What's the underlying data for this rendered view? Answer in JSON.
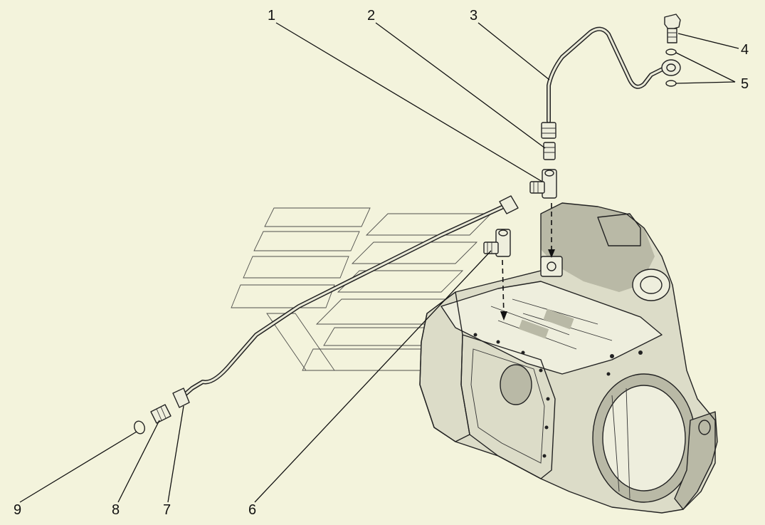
{
  "callouts": [
    {
      "label": "1"
    },
    {
      "label": "2"
    },
    {
      "label": "3"
    },
    {
      "label": "4"
    },
    {
      "label": "5"
    },
    {
      "label": "6"
    },
    {
      "label": "7"
    },
    {
      "label": "8"
    },
    {
      "label": "9"
    }
  ],
  "colors": {
    "background": "#f3f3dc",
    "ink": "#222222",
    "housing": "#dcdcc8",
    "housing_shadow": "#b9b9a6"
  },
  "icons": {
    "watermark": "stylized-logo-watermark-icon",
    "housing": "transmission-housing-icon",
    "tube_upper": "oil-tube-upper-icon",
    "tube_lower": "oil-tube-lower-icon"
  }
}
